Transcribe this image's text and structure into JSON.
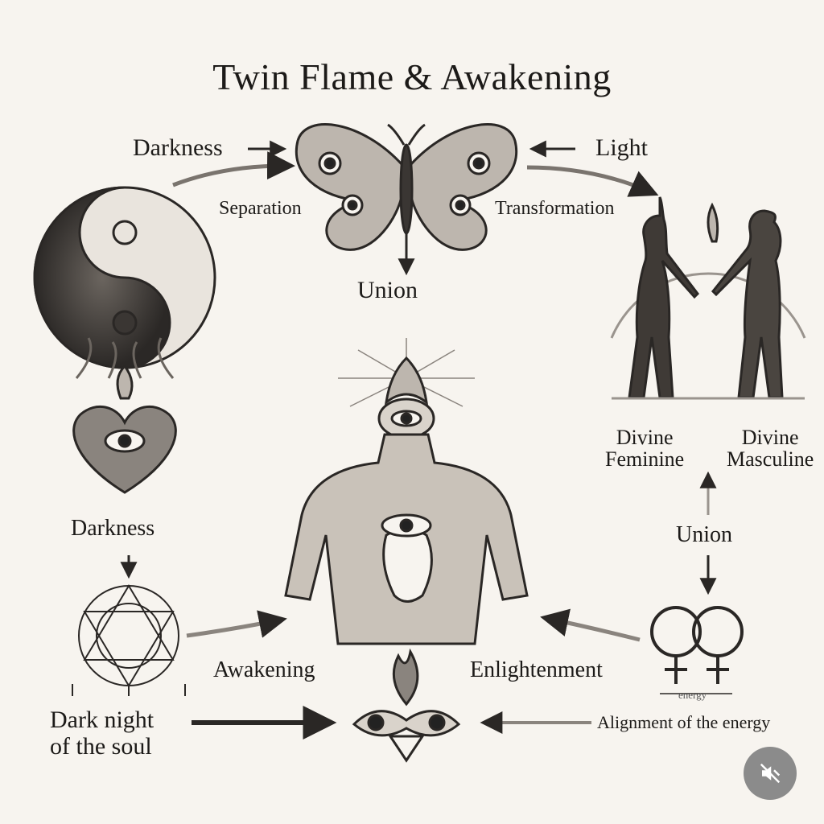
{
  "title": "Twin Flame & Awakening",
  "labels": {
    "darkness_top": "Darkness",
    "light": "Light",
    "separation": "Separation",
    "transformation": "Transformation",
    "union_top": "Union",
    "divine_feminine": "Divine\nFeminine",
    "divine_masculine": "Divine\nMasculine",
    "darkness_left": "Darkness",
    "union_right": "Union",
    "awakening": "Awakening",
    "enlightenment": "Enlightenment",
    "energy_small": "energy",
    "dark_night": "Dark night\nof the soul",
    "alignment": "Alignment of the energy"
  },
  "controls": {
    "mute_icon": "speaker-muted-icon"
  },
  "colors": {
    "background": "#f7f4ef",
    "ink": "#1c1a18",
    "button": "#8b8b8b"
  }
}
